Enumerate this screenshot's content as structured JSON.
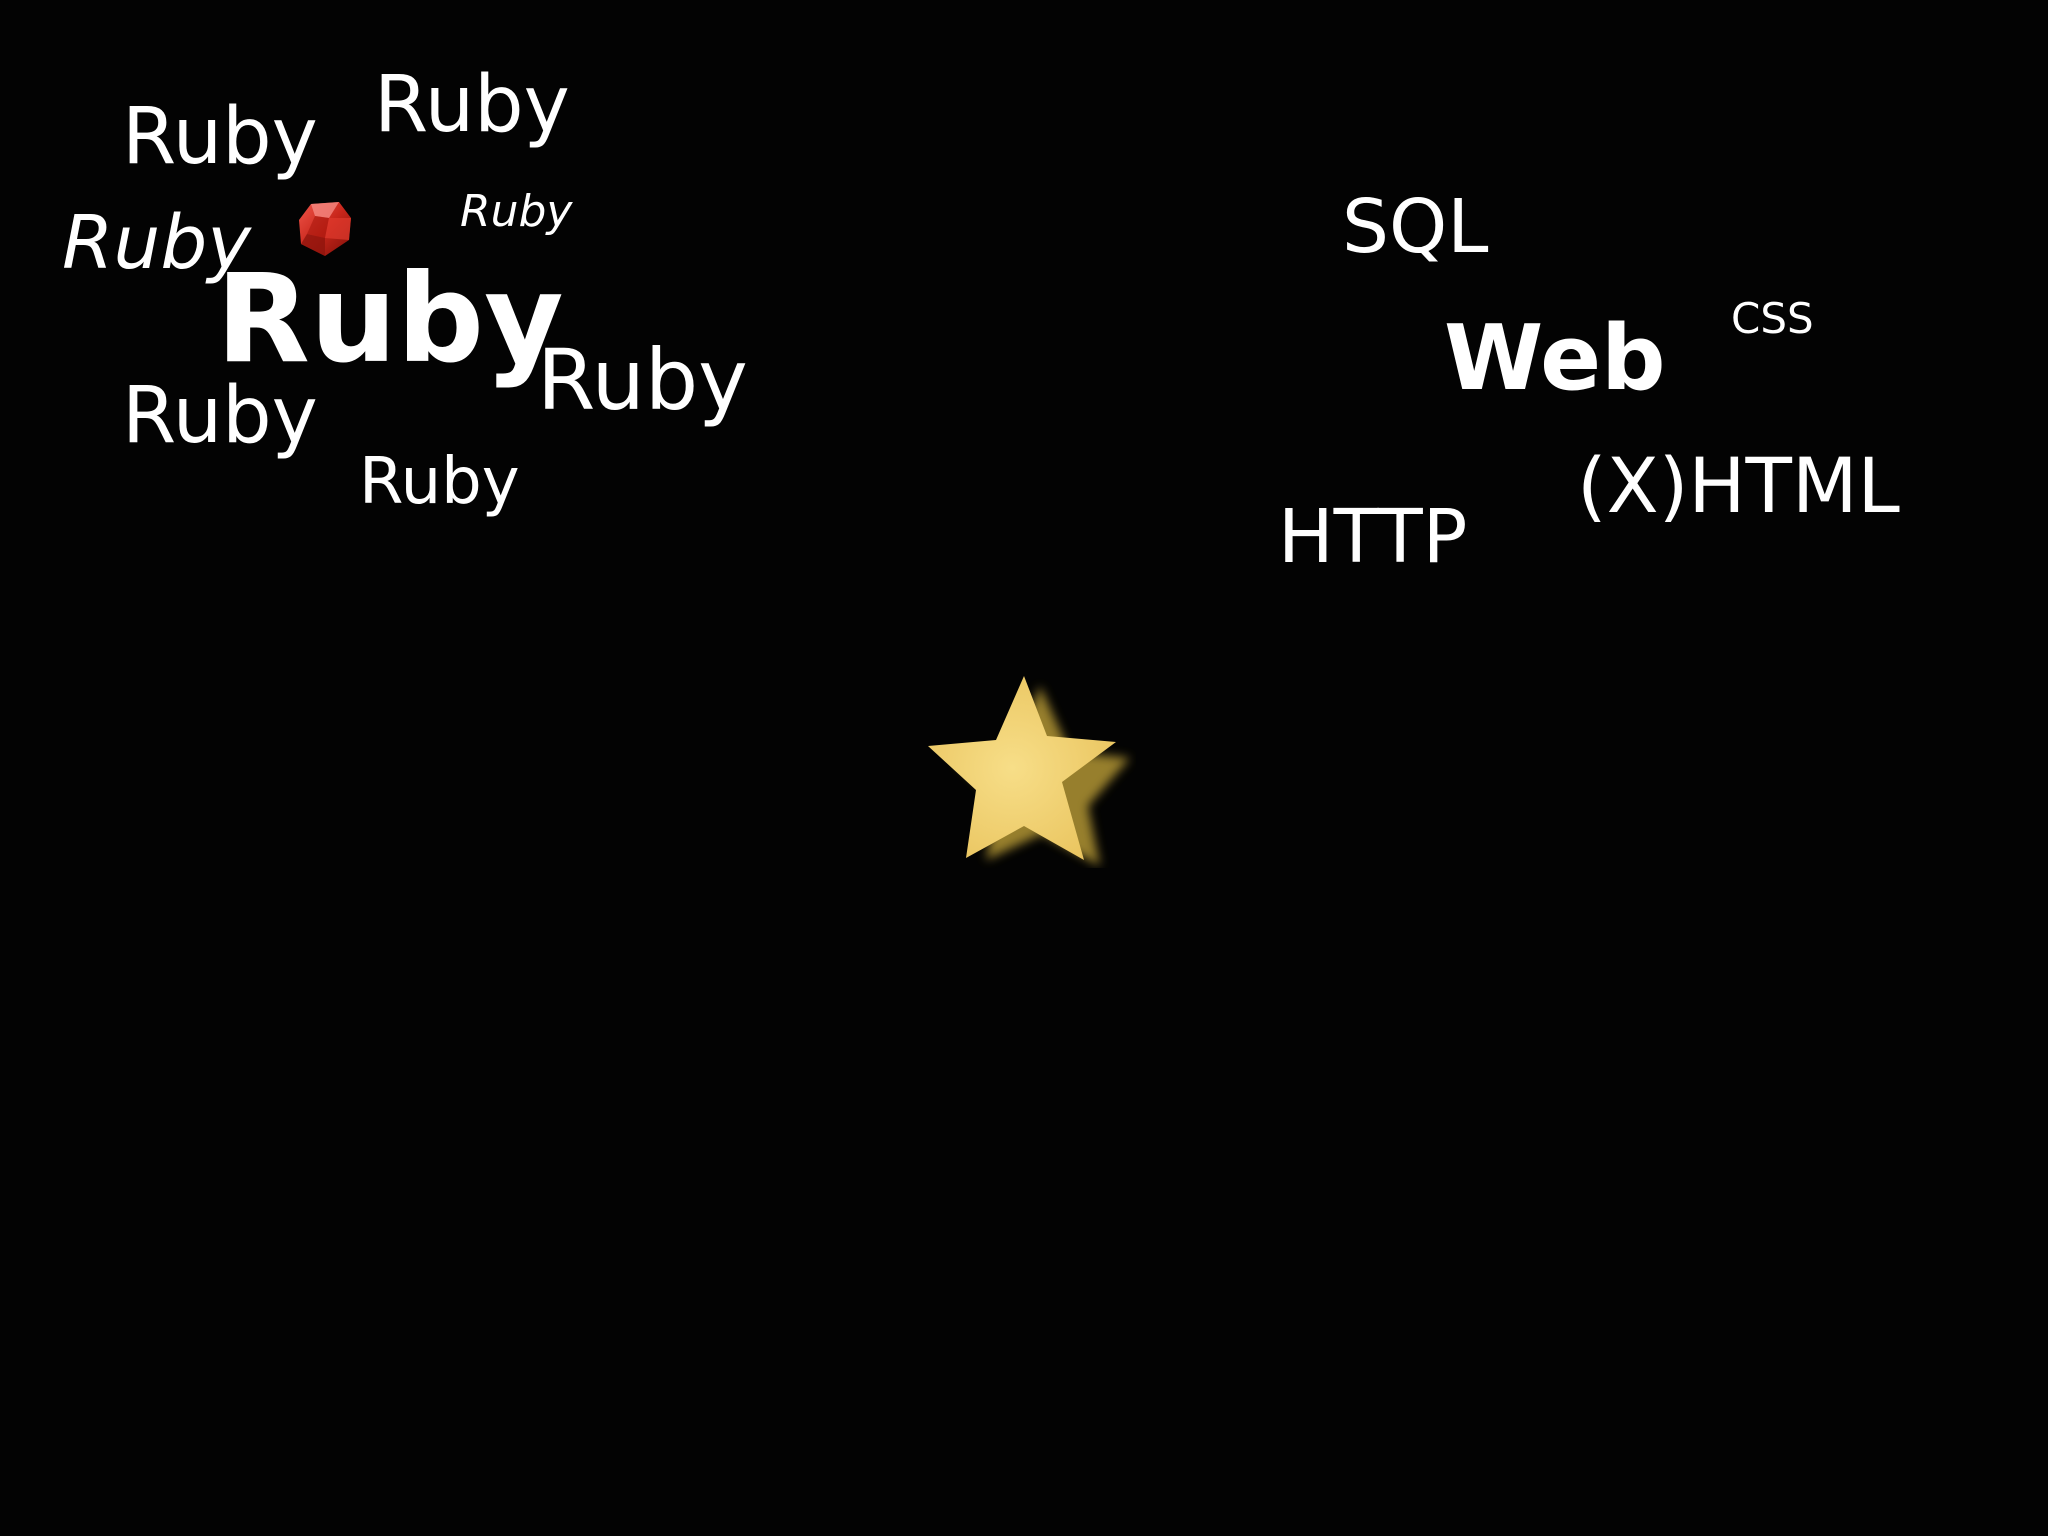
{
  "ruby_words": {
    "r1": "Ruby",
    "r2": "Ruby",
    "r3": "Ruby",
    "r4": "Ruby",
    "r5": "Ruby",
    "r6": "Ruby",
    "r7": "Ruby",
    "r8": "Ruby"
  },
  "web_words": {
    "sql": "SQL",
    "web": "Web",
    "css": "CSS",
    "xhtml": "(X)HTML",
    "http": "HTTP"
  },
  "icons": {
    "gem": "ruby-gem-icon",
    "star": "star-icon"
  },
  "colors": {
    "background": "#030303",
    "text": "#ffffff",
    "gem": "#c8261b",
    "star": "#f3d478",
    "star_glow": "#c9a93a"
  }
}
